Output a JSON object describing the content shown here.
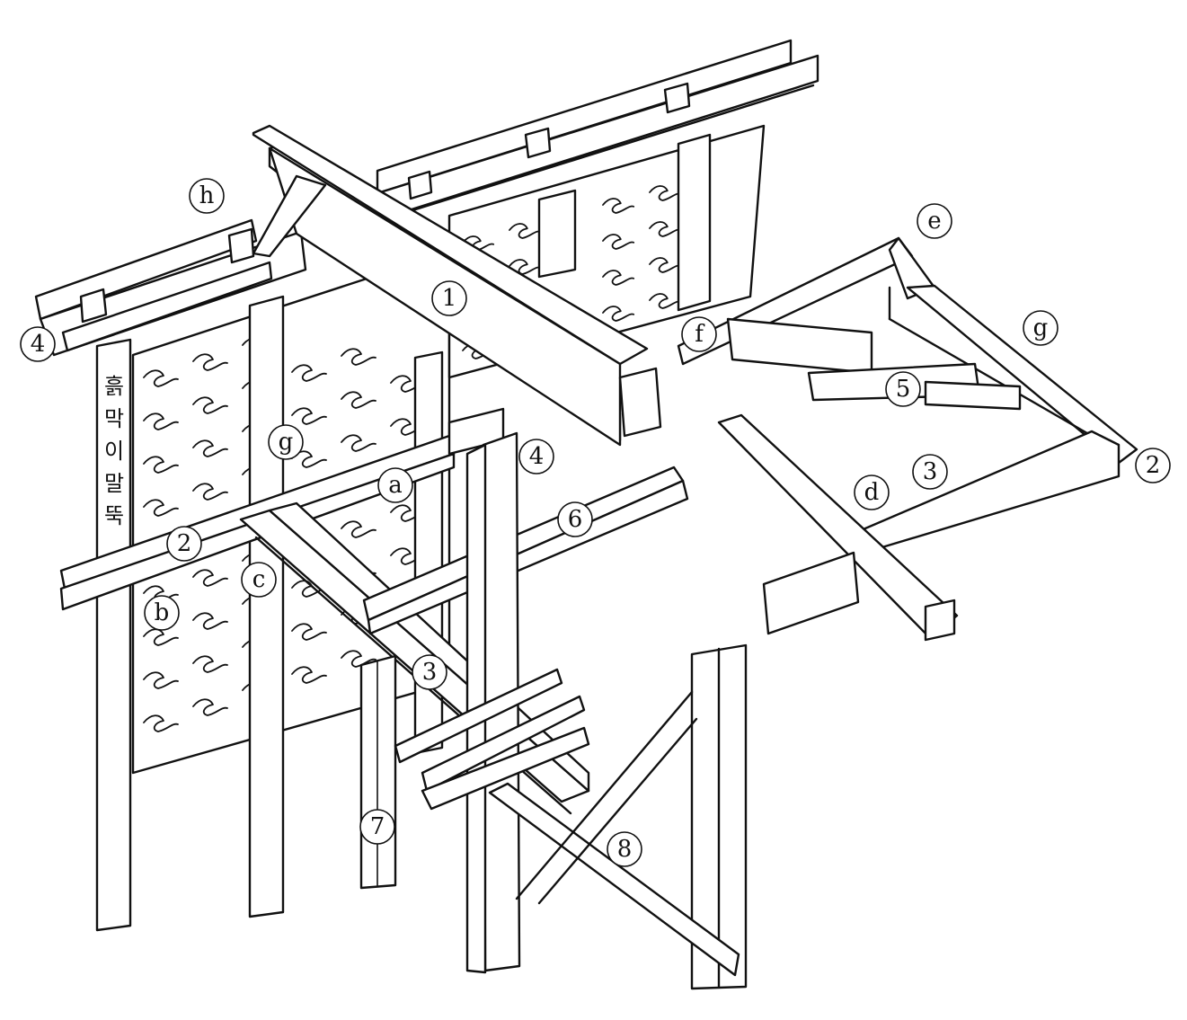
{
  "labels": {
    "l1": "1",
    "l2a": "2",
    "l2b": "2",
    "l3a": "3",
    "l3b": "3",
    "l4a": "4",
    "l4b": "4",
    "l5": "5",
    "l6": "6",
    "l7": "7",
    "l8": "8",
    "la": "a",
    "lb": "b",
    "lc": "c",
    "ld": "d",
    "le": "e",
    "lf": "f",
    "lg1": "g",
    "lg2": "g",
    "lh": "h"
  },
  "vertical_text": [
    "흙",
    "막",
    "이",
    "말",
    "뚝"
  ]
}
